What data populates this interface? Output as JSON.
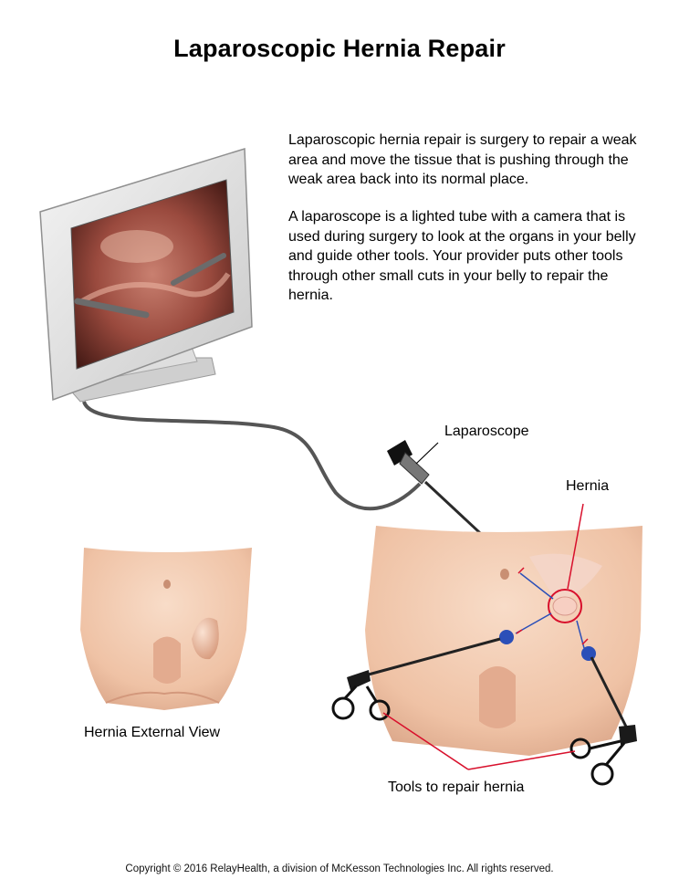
{
  "title": "Laparoscopic Hernia Repair",
  "paragraphs": [
    "Laparoscopic hernia repair is surgery to repair a weak area and move the tissue that is pushing through the weak area back into its normal place.",
    "A laparoscope is a lighted tube with a camera that is used during surgery to look at the organs in your belly and guide other tools. Your provider puts other tools through other small cuts in your belly to repair the hernia."
  ],
  "labels": {
    "laparoscope": "Laparoscope",
    "hernia": "Hernia",
    "external_view": "Hernia External View",
    "tools": "Tools to repair hernia"
  },
  "copyright": "Copyright © 2016 RelayHealth, a division of McKesson Technologies Inc. All rights reserved.",
  "colors": {
    "skin": "#f2c9ae",
    "skin_shadow": "#d9a487",
    "callout_red": "#d8102c",
    "tool_blue": "#2b4fb8",
    "monitor": "#e4e4e4"
  }
}
